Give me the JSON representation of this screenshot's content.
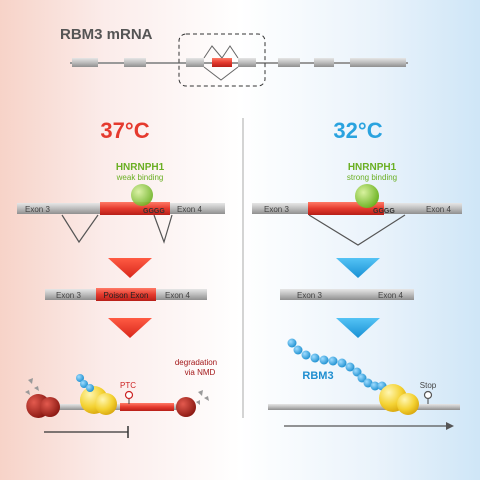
{
  "title": "RBM3 mRNA",
  "left": {
    "temperature": "37°C",
    "factor": "HNRNPH1",
    "binding": "weak binding",
    "motif": "GGGG",
    "exon_left": "Exon 3",
    "exon_right": "Exon 4",
    "mrna_exon_left": "Exon 3",
    "poison_exon": "Poison Exon",
    "mrna_exon_right": "Exon 4",
    "ptc": "PTC",
    "degradation_line1": "degradation",
    "degradation_line2": "via NMD"
  },
  "right": {
    "temperature": "32°C",
    "factor": "HNRNPH1",
    "binding": "strong binding",
    "motif": "GGGG",
    "exon_left": "Exon 3",
    "exon_right": "Exon 4",
    "mrna_exon_left": "Exon 3",
    "mrna_exon_right": "Exon 4",
    "protein": "RBM3",
    "stop": "Stop"
  },
  "colors": {
    "red": "#e53a2e",
    "blue": "#2aa3df",
    "green": "#76b82a",
    "ribosome": "#f3d23a",
    "gray_bar": "#b9b9b9"
  }
}
